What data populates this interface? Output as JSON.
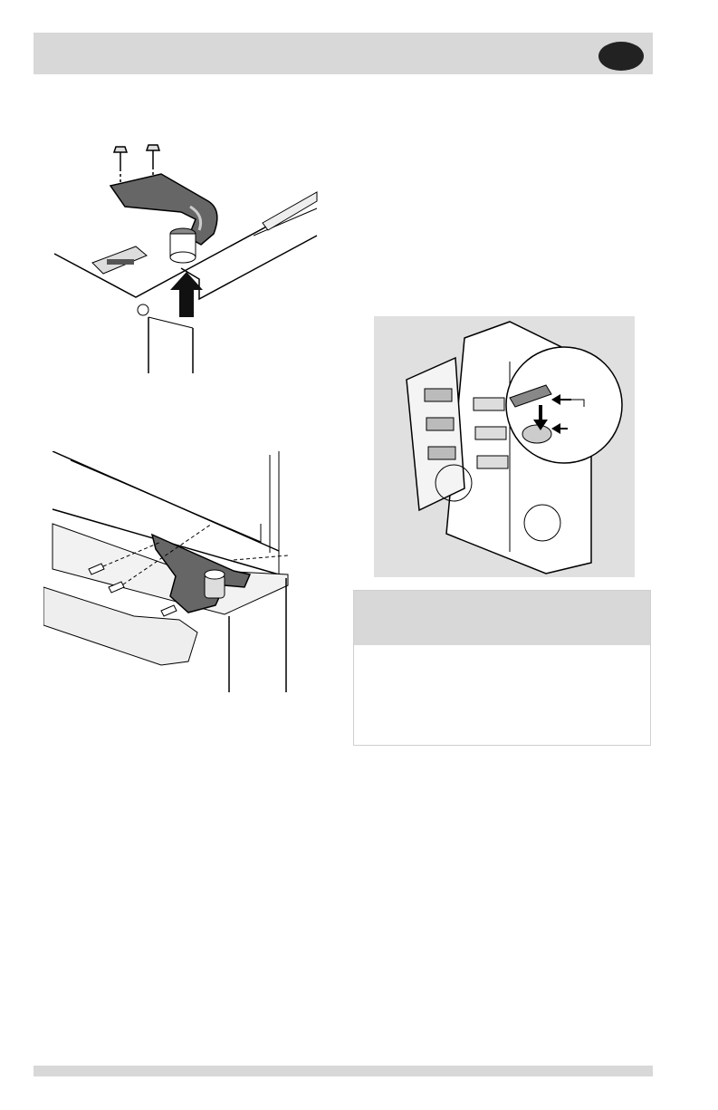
{
  "header": {
    "badge_icon": "language-badge",
    "bar_color": "#d8d8d8",
    "badge_color": "#222222"
  },
  "figures": [
    {
      "id": "fig-hinge-removal",
      "icon": "hinge-removal-illustration",
      "arrow": "up"
    },
    {
      "id": "fig-hinge-install",
      "icon": "hinge-install-illustration"
    },
    {
      "id": "fig-door-alignment",
      "icon": "refrigerator-door-alignment-illustration",
      "panel_color": "#e0e0e0"
    }
  ],
  "notice": {
    "header_color": "#d8d8d8",
    "border_color": "#cfcfcf"
  },
  "footer": {
    "bar_color": "#d8d8d8"
  }
}
